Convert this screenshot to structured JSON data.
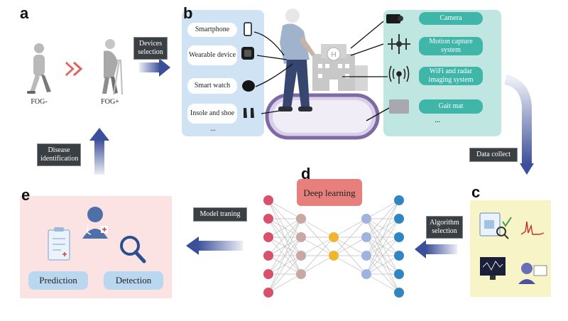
{
  "panels": {
    "a": "a",
    "b": "b",
    "c": "c",
    "d": "d",
    "e": "e"
  },
  "panel_a": {
    "fog_minus": "FOG-",
    "fog_plus": "FOG+",
    "devices_selection": "Devices selection"
  },
  "panel_b": {
    "wearables": [
      "Smartphone",
      "Wearable device",
      "Smart watch",
      "Insole and shoe"
    ],
    "wearables_more": "...",
    "environment": [
      "Camera",
      "Motion capture system",
      "WiFi and radar imaging system",
      "Gait mat"
    ],
    "environment_more": "..."
  },
  "tags": {
    "data_collect": "Data collect",
    "algorithm_selection": "Algorithm selection",
    "model_training": "Model traning",
    "disease_identification": "Disease identification"
  },
  "panel_d": {
    "title": "Deep learning"
  },
  "panel_e": {
    "prediction": "Prediction",
    "detection": "Detection"
  },
  "colors": {
    "wearable_panel": "#cfe3f4",
    "environment_panel": "#bfe6e0",
    "pill_teal": "#3fb6a8",
    "panel_c": "#f7f4c8",
    "panel_e": "#fbe3e3",
    "arrow": "#3c4f9a",
    "dl_title": "#e7807c",
    "layer1": "#d9506b",
    "layer2": "#c8a9a2",
    "layer3": "#f0b52e",
    "layer4": "#9fb3de",
    "layer5": "#2f86c2"
  }
}
